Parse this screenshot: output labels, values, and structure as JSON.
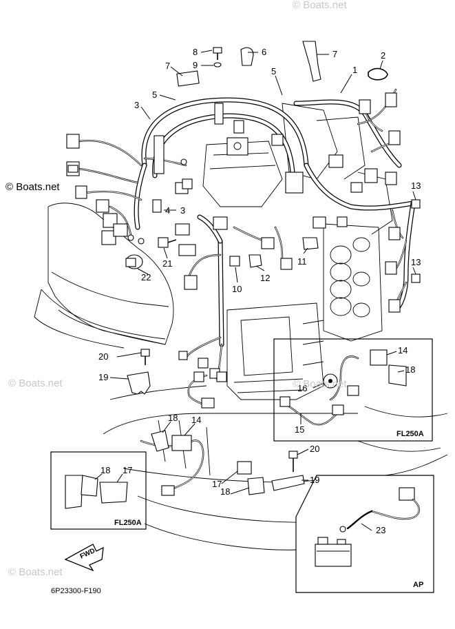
{
  "diagram": {
    "drawing_code": "6P23300-F190",
    "fwd_label": "FWD",
    "watermarks": [
      "© Boats.net",
      "© Boats.net",
      "© Boats.net",
      "© Boats.net",
      "© Boats.net"
    ],
    "inset_boxes": [
      {
        "label": "FL250A"
      },
      {
        "label": "FL250A"
      },
      {
        "label": "AP"
      }
    ],
    "callouts": [
      "1",
      "2",
      "3",
      "3",
      "4",
      "5",
      "5",
      "6",
      "7",
      "7",
      "8",
      "9",
      "10",
      "11",
      "12",
      "13",
      "13",
      "14",
      "14",
      "15",
      "16",
      "17",
      "17",
      "18",
      "18",
      "18",
      "19",
      "19",
      "20",
      "20",
      "21",
      "22",
      "23"
    ]
  }
}
